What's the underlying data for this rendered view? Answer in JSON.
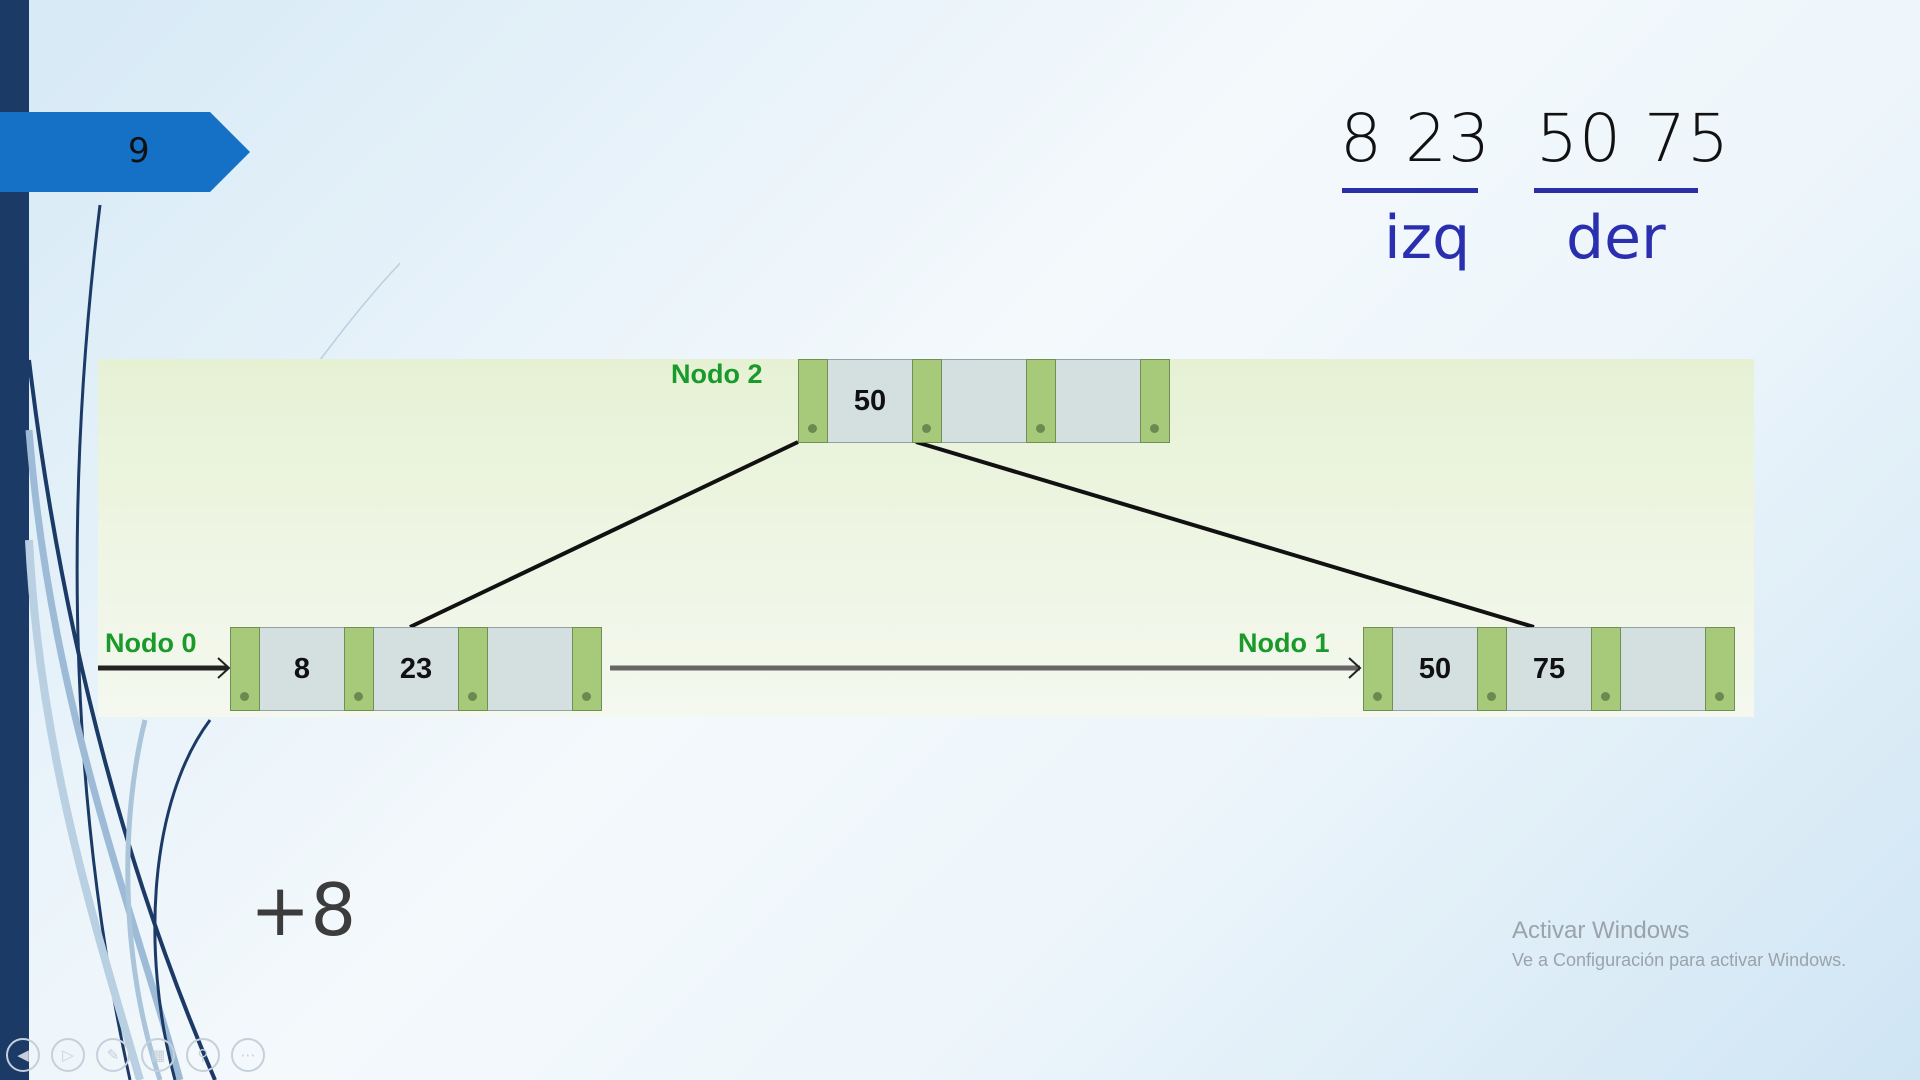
{
  "slide": {
    "number": "9"
  },
  "top_keys": {
    "left_group": "8  23",
    "right_group": "50 75",
    "left_label": "izq",
    "right_label": "der"
  },
  "diagram": {
    "nodes": [
      {
        "label": "Nodo 2",
        "keys": [
          "50",
          "",
          ""
        ]
      },
      {
        "label": "Nodo 0",
        "keys": [
          "8",
          "23",
          ""
        ]
      },
      {
        "label": "Nodo 1",
        "keys": [
          "50",
          "75",
          ""
        ]
      }
    ]
  },
  "inserted_value": "+8",
  "watermark": {
    "title": "Activar Windows",
    "subtitle": "Ve a Configuración para activar Windows."
  },
  "toolbar": {
    "buttons": [
      "previous-icon",
      "next-icon",
      "pen-icon",
      "slides-grid-icon",
      "zoom-icon",
      "more-icon"
    ]
  }
}
